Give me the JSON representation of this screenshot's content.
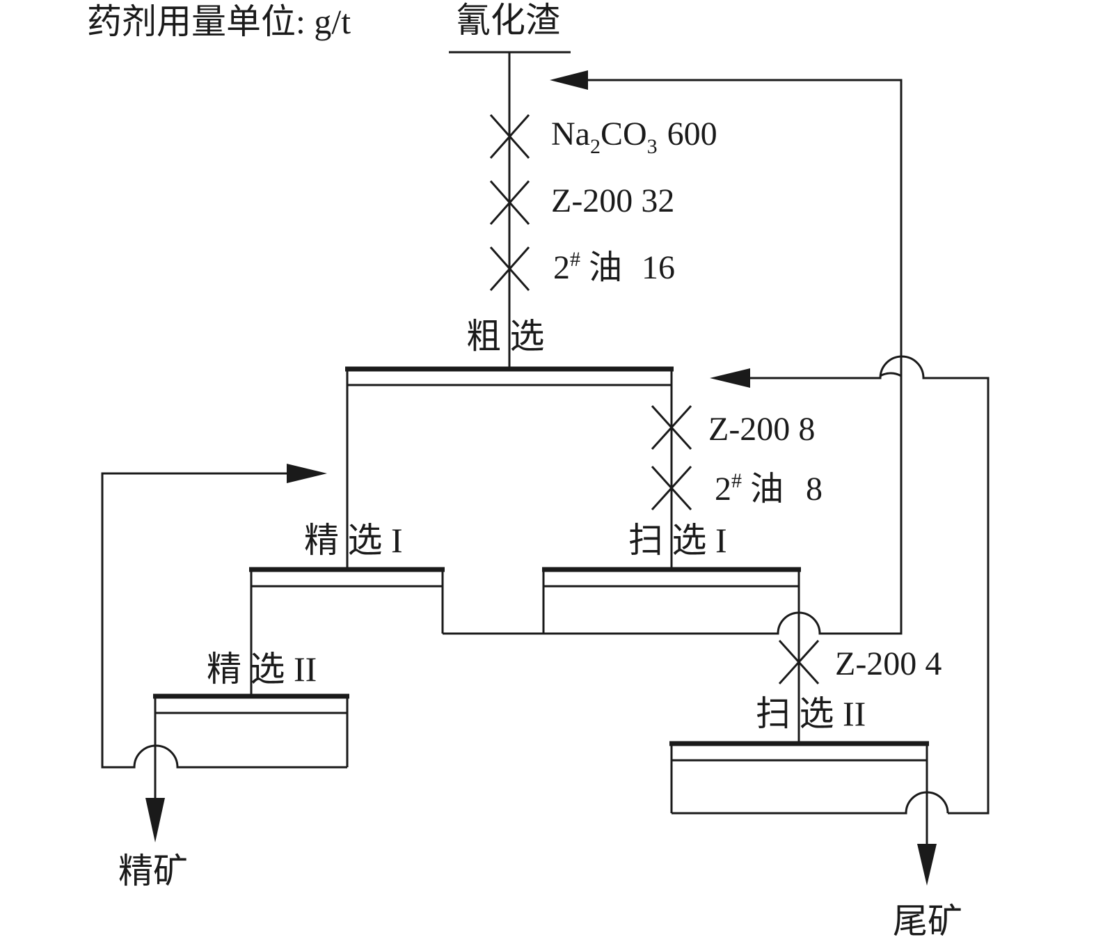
{
  "unit_note": "药剂用量单位: g/t",
  "feed": "氰化渣",
  "stages": {
    "rougher": "粗 选",
    "cleaner1": "精 选 I",
    "cleaner2": "精 选 II",
    "scavenger1": "扫 选 I",
    "scavenger2": "扫 选 II"
  },
  "products": {
    "concentrate": "精矿",
    "tailings": "尾矿"
  },
  "reagents": {
    "rougher": [
      {
        "name": "Na",
        "sub1": "2",
        "mid": "CO",
        "sub2": "3",
        "dose": "600"
      },
      {
        "name": "Z-200",
        "dose": "32"
      },
      {
        "name": "2",
        "sup": "#",
        "cn": "油",
        "dose": "16"
      }
    ],
    "scavenger1": [
      {
        "name": "Z-200",
        "dose": "8"
      },
      {
        "name": "2",
        "sup": "#",
        "cn": "油",
        "dose": "8"
      }
    ],
    "scavenger2": [
      {
        "name": "Z-200",
        "dose": "4"
      }
    ]
  }
}
